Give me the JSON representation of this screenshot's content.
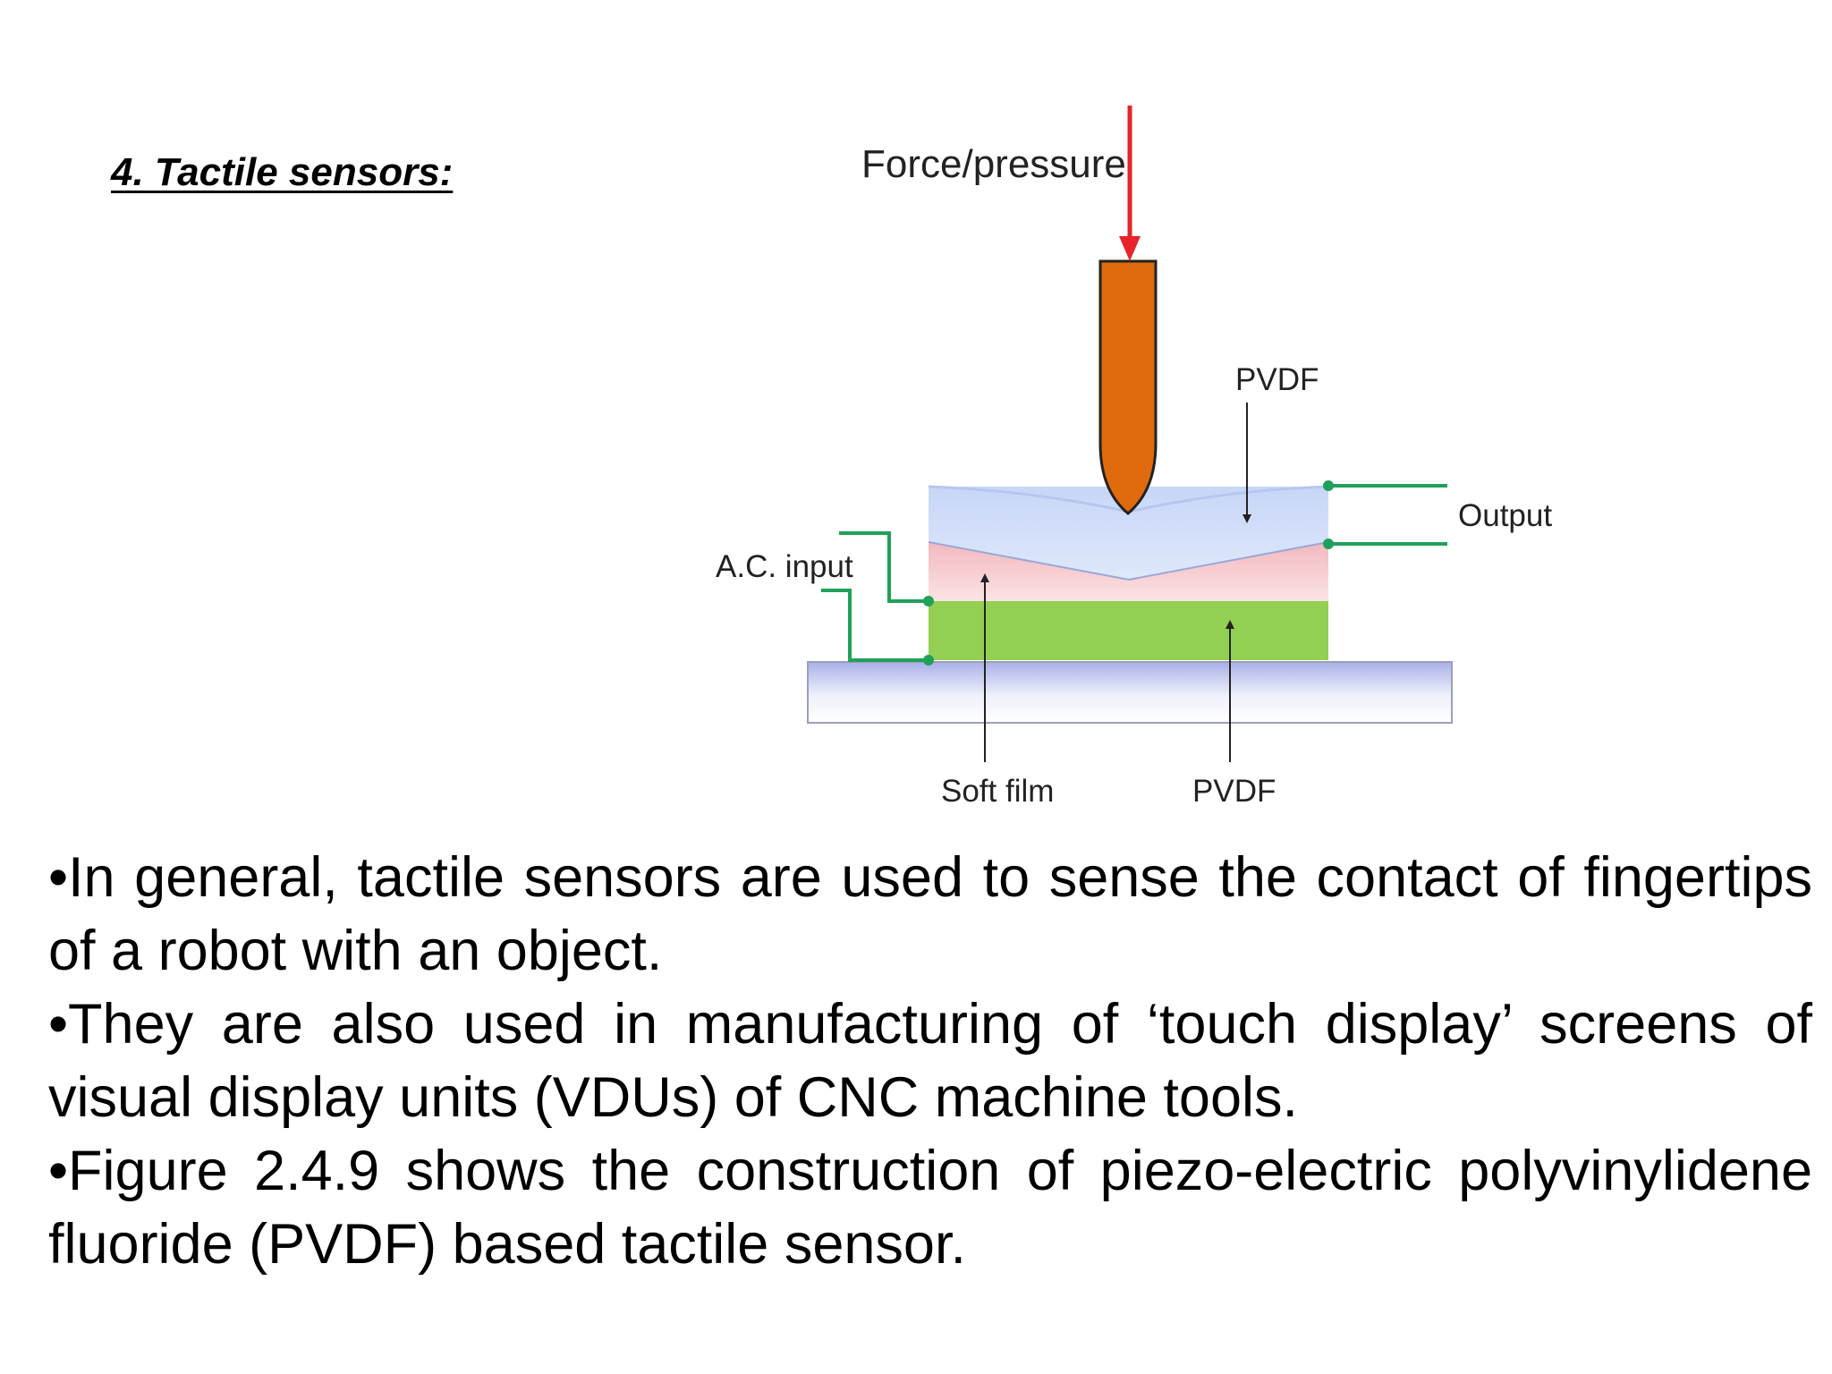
{
  "heading": "4. Tactile sensors:",
  "figure": {
    "labels": {
      "force": "Force/pressure",
      "pvdf_top": "PVDF",
      "output": "Output",
      "ac_input": "A.C. input",
      "soft_film": "Soft film",
      "pvdf_bottom": "PVDF"
    },
    "colors": {
      "arrow": "#e8232a",
      "probe": "#e06a0e",
      "top_layer": "#cfdcf8",
      "soft_film": "#f6c7cc",
      "pvdf_layer": "#92cf52",
      "base": "#c6cbee",
      "wire": "#21a05a"
    }
  },
  "bullets": [
    "•In general, tactile sensors are used to sense the contact of fingertips of a robot with an object.",
    "•They are also used in manufacturing of ‘touch display’ screens of visual display units (VDUs) of CNC machine tools.",
    "•Figure 2.4.9 shows the construction of piezo-electric polyvinylidene fluoride (PVDF) based tactile sensor."
  ]
}
